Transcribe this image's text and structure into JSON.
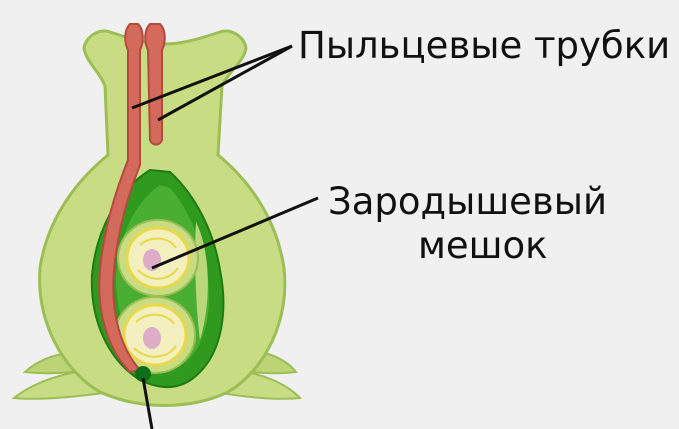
{
  "labels": {
    "pollen_tubes": "Пыльцевые трубки",
    "embryo_sac_line1": "Зародышевый",
    "embryo_sac_line2": "мешок"
  },
  "colors": {
    "background": "#f0f0f0",
    "pistil_light": "#c8dc84",
    "pistil_mid": "#a9c85f",
    "pistil_outline": "#8fb04a",
    "ovary_dark": "#2f9a1e",
    "ovary_mid": "#53b53a",
    "pollen_tube": "#d46a5c",
    "pollen_tube_outline": "#b34a3e",
    "ovule_cream": "#f3efbf",
    "ovule_yellow": "#e8d94a",
    "nucleus_pink": "#d8a0c8",
    "egg_green": "#0f6e1a",
    "leader_line": "#111111",
    "text": "#111111"
  }
}
